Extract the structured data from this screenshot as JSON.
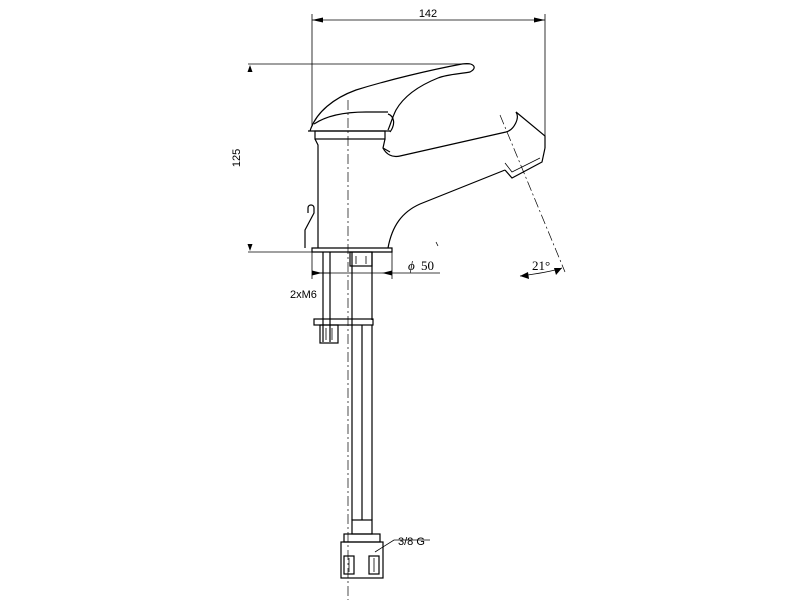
{
  "dimensions": {
    "width": "142",
    "height": "125",
    "base_diameter_symbol": "ϕ",
    "base_diameter": "50",
    "spout_angle": "21°",
    "mounting_studs": "2xM6",
    "connection_thread": "3/8 G"
  },
  "colors": {
    "line": "#000000",
    "background": "#ffffff"
  }
}
